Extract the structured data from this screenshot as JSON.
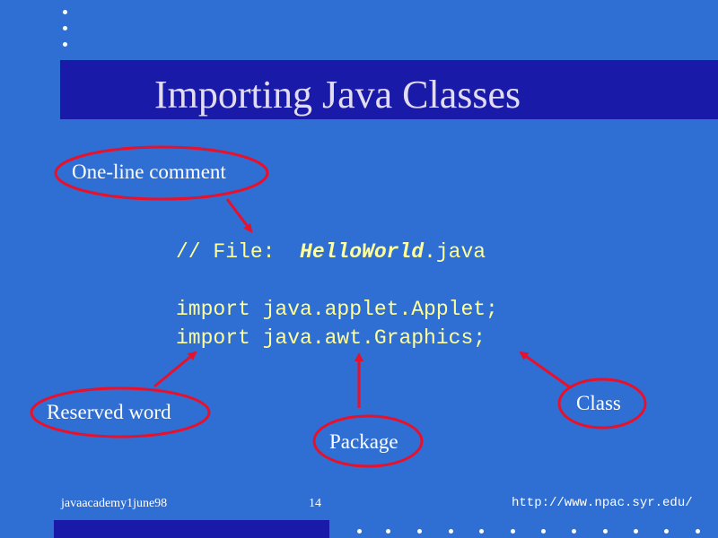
{
  "slide": {
    "title": "Importing Java Classes",
    "code": {
      "comment_prefix": "// File:  ",
      "file_class": "HelloWorld",
      "file_ext": ".java",
      "line_import_1": "import java.applet.Applet;",
      "line_import_2": "import java.awt.Graphics;"
    },
    "annotations": {
      "one_line_comment": "One-line comment",
      "reserved_word": "Reserved word",
      "package": "Package",
      "class": "Class"
    },
    "footer": {
      "left": "javaacademy1june98",
      "page_number": "14",
      "url": "http://www.npac.syr.edu/"
    },
    "colors": {
      "background": "#2f6fd4",
      "title_bar": "#1a1aa8",
      "title_text": "#e2dcf2",
      "code_text": "#ffff99",
      "annotation_red": "#e8102a"
    }
  }
}
